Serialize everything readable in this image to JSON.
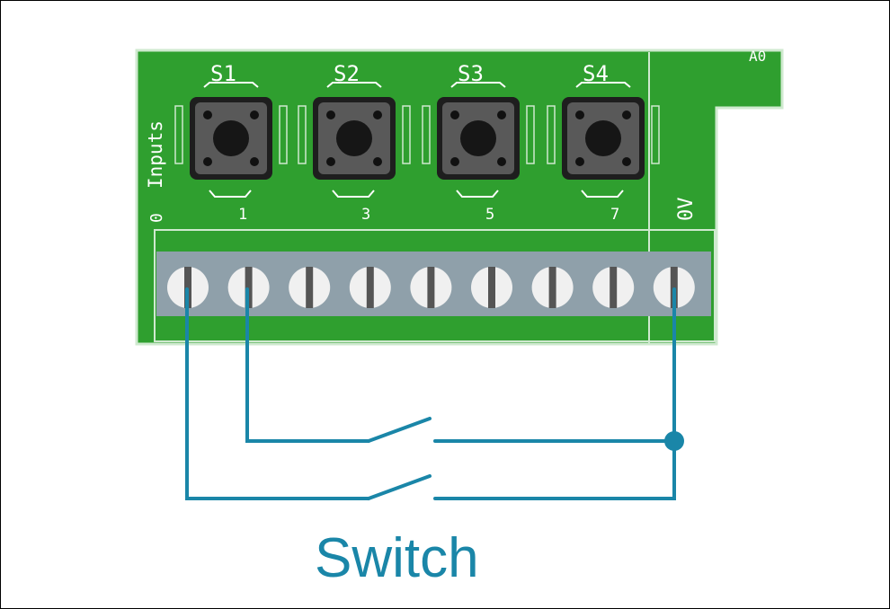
{
  "board": {
    "buttons": [
      {
        "label": "S1",
        "inputs": "1"
      },
      {
        "label": "S2",
        "inputs": "3"
      },
      {
        "label": "S3",
        "inputs": "5"
      },
      {
        "label": "S4",
        "inputs": "7"
      }
    ],
    "inputs_label": "Inputs",
    "input_zero_label": "0",
    "ground_label": "0V",
    "corner_label": "A0",
    "terminal_count": 9
  },
  "wiring": {
    "caption": "Switch",
    "wire_color": "#1a86a8"
  },
  "colors": {
    "pcb_green": "#2f9f2f",
    "pcb_trace": "#cfe9cf",
    "terminal_block": "#8fa0aa",
    "screw": "#f0f0f0",
    "screw_slot": "#555555",
    "button_body": "#1e1e1e",
    "button_face": "#555555"
  }
}
